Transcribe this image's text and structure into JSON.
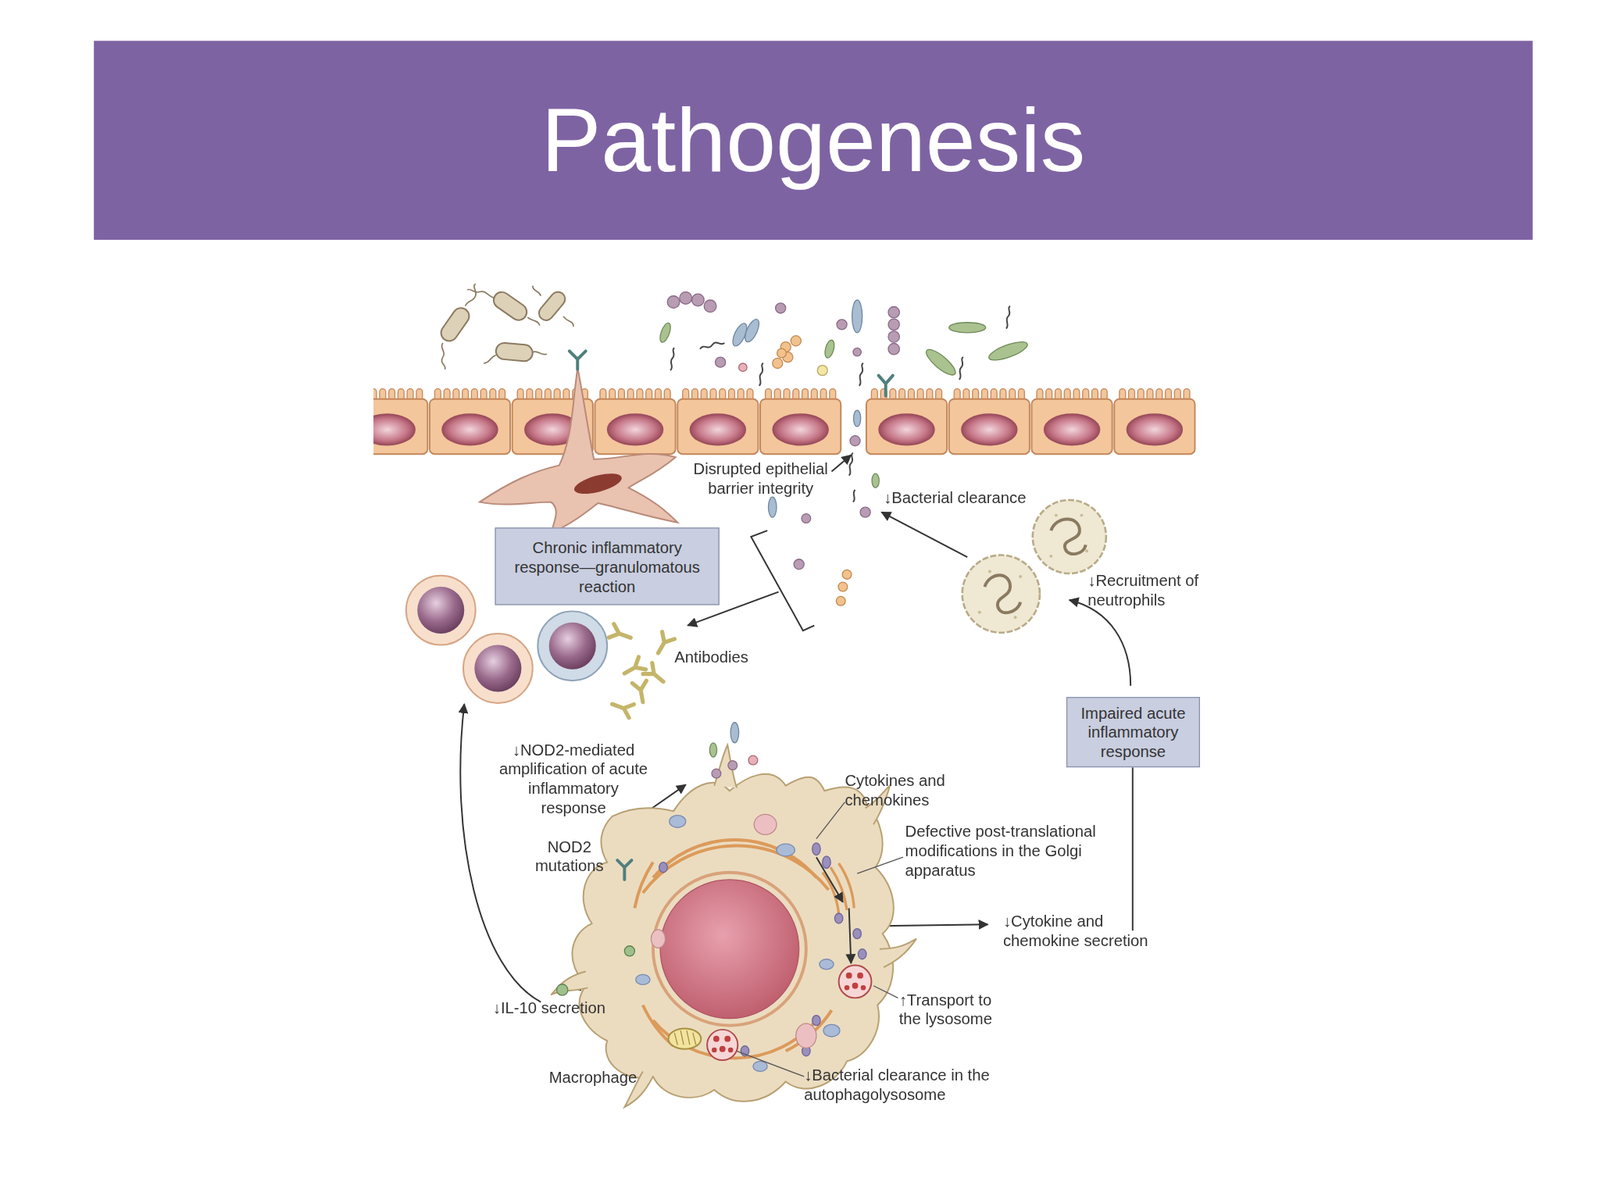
{
  "diagram": {
    "title": "Pathogenesis",
    "nodes": [
      {
        "text": [
          "Chronic inflammatory response—granulomatous reaction"
        ]
      },
      {
        "text": [
          "Impaired acute inflammatory response"
        ]
      }
    ],
    "labels": [
      "Disrupted epithelial barrier integrity",
      "↓Bacterial clearance",
      "↓Recruitment of neutrophils",
      "Antibodies",
      "↓NOD2-mediated amplification of acute inflammatory response",
      "NOD2 mutations",
      "Cytokines and chemokines",
      "Defective post-translational modifications in the Golgi apparatus",
      "↓Cytokine and chemokine secretion",
      "↑Transport to the lysosome",
      "↓IL-10 secretion",
      "Macrophage",
      "↓Bacterial clearance in the autophagolysosome"
    ]
  }
}
